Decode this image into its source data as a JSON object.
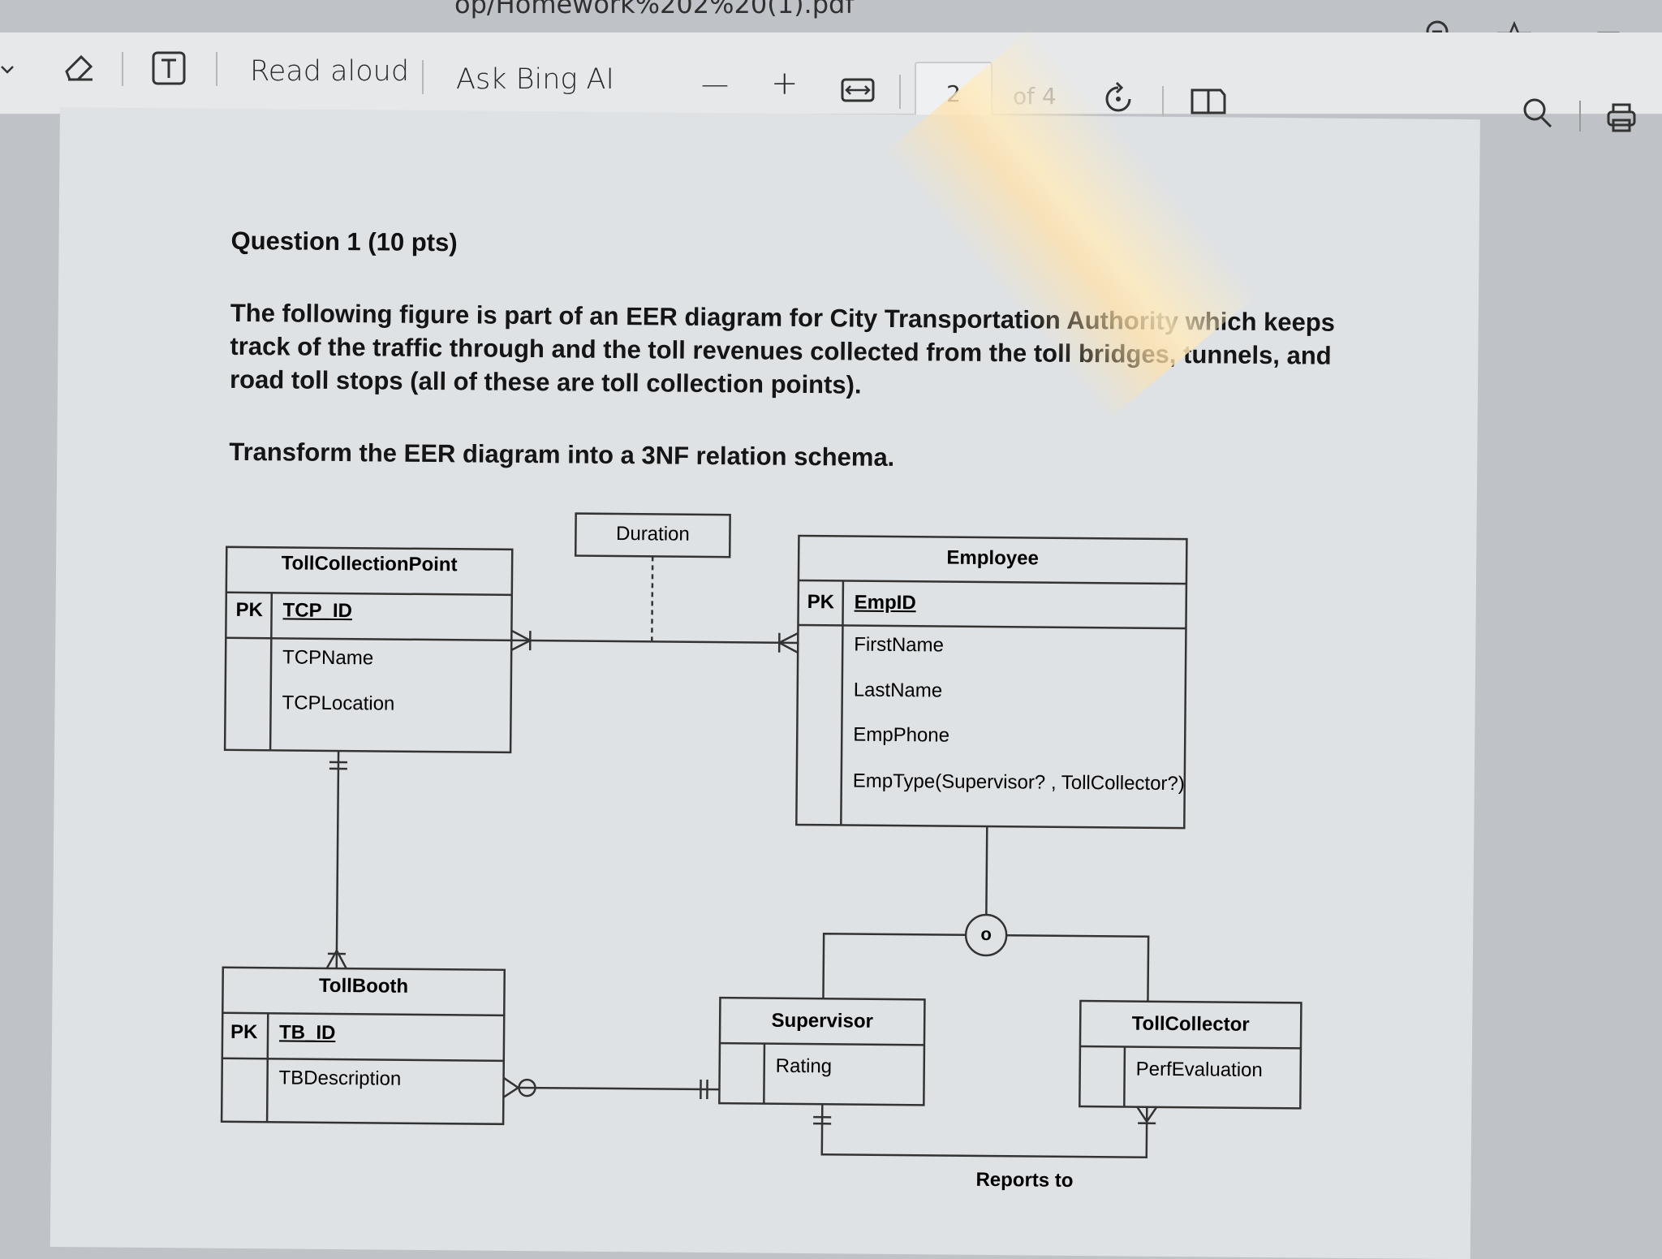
{
  "window": {
    "url_fragment": "op/Homework%202%20(1).pdf"
  },
  "toolbar": {
    "read_aloud": "Read aloud",
    "ask_bing": "Ask Bing AI",
    "zoom_out": "—",
    "zoom_in": "+",
    "page_current": "2",
    "page_total": "of 4"
  },
  "icons": [
    "chevron-down-icon",
    "eraser-icon",
    "text-box-icon",
    "fit-width-icon",
    "rotate-icon",
    "two-page-icon",
    "zoom-out-icon",
    "star-icon",
    "split-screen-icon",
    "search-icon",
    "print-icon"
  ],
  "document": {
    "question_title": "Question 1 (10 pts)",
    "paragraph": "The following figure is part of an EER diagram for City Transportation Authority which keeps track of the traffic through and the toll revenues collected from the toll bridges, tunnels, and road toll stops (all of these are toll collection points).",
    "instruction": "Transform the EER diagram into a 3NF relation schema."
  },
  "diagram": {
    "entities": [
      {
        "name": "TollCollectionPoint",
        "pk_label": "PK",
        "pk": "TCP_ID",
        "attributes": [
          "TCPName",
          "TCPLocation"
        ]
      },
      {
        "name": "Employee",
        "pk_label": "PK",
        "pk": "EmpID",
        "attributes": [
          "FirstName",
          "LastName",
          "EmpPhone",
          "EmpType(Supervisor? , TollCollector?)"
        ]
      },
      {
        "name": "TollBooth",
        "pk_label": "PK",
        "pk": "TB_ID",
        "attributes": [
          "TBDescription"
        ]
      },
      {
        "name": "Supervisor",
        "attributes": [
          "Rating"
        ]
      },
      {
        "name": "TollCollector",
        "attributes": [
          "PerfEvaluation"
        ]
      }
    ],
    "associative": "Duration",
    "disjoint_symbol": "o",
    "relationship_label": "Reports to"
  }
}
